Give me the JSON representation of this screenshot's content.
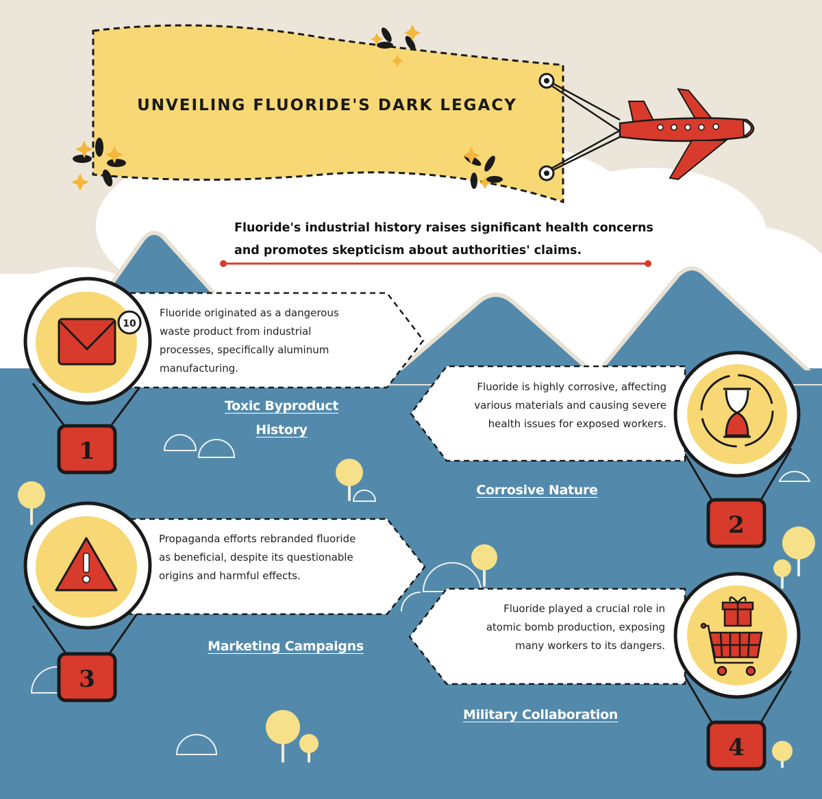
{
  "title": "Unveiling Fluoride's Dark Legacy",
  "intro": "Fluoride's industrial history raises significant health concerns and promotes skepticism about authorities' claims.",
  "badge_count": "10",
  "colors": {
    "sky": "#ece6da",
    "ground": "#538aac",
    "mountain": "#538aac",
    "banner": "#f7d874",
    "accent": "#d83a2b",
    "icon_bg": "#f7d874"
  },
  "items": [
    {
      "number": "1",
      "label_line1": "Toxic Byproduct",
      "label_line2": "History",
      "icon": "envelope-icon",
      "text": [
        "Fluoride originated as a dangerous",
        "waste product from industrial",
        "processes, specifically aluminum",
        "manufacturing."
      ]
    },
    {
      "number": "2",
      "label": "Corrosive Nature",
      "icon": "hourglass-icon",
      "text": [
        "Fluoride is highly corrosive, affecting",
        "various materials and causing severe",
        "health issues for exposed workers."
      ]
    },
    {
      "number": "3",
      "label": "Marketing Campaigns",
      "icon": "warning-icon",
      "text": [
        "Propaganda efforts rebranded fluoride",
        "as beneficial, despite its questionable",
        "origins and harmful effects."
      ]
    },
    {
      "number": "4",
      "label": "Military Collaboration",
      "icon": "shopping-cart-gift-icon",
      "text": [
        "Fluoride played a crucial role in",
        "atomic bomb production, exposing",
        "many workers to its dangers."
      ]
    }
  ]
}
